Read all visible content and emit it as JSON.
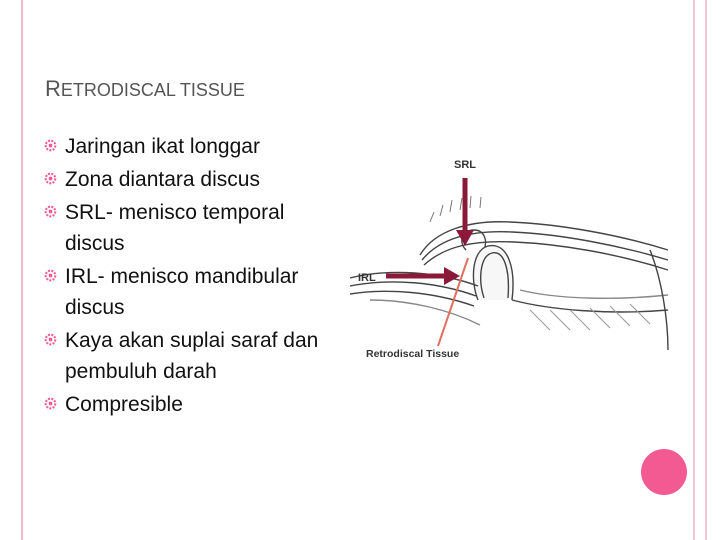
{
  "slide": {
    "title_first": "R",
    "title_rest": "ETRODISCAL TISSUE",
    "bullets": [
      "Jaringan ikat longgar",
      "Zona diantara discus",
      "SRL- menisco temporal discus",
      "IRL- menisco mandibular discus",
      "Kaya akan suplai saraf dan pembuluh darah",
      "Compresible"
    ]
  },
  "figure": {
    "label_srl": "SRL",
    "label_irl": "IRL",
    "label_retrodiscal": "Retrodiscal Tissue"
  },
  "colors": {
    "accent_pink": "#f45a92",
    "arrow": "#8b1a3a",
    "pointer": "#e07060",
    "rule": "#f7c2d4"
  }
}
